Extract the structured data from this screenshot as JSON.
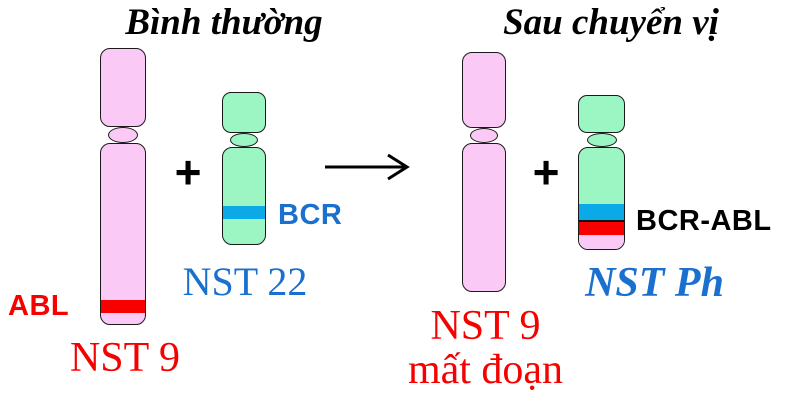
{
  "diagram": {
    "type": "chromosome-translocation-philadelphia",
    "titles": {
      "normal": "Bình thường",
      "after": "Sau chuyển vị"
    },
    "operators": {
      "plus_left": "+",
      "plus_right": "+"
    },
    "arrow": {
      "direction": "right"
    },
    "chromosomes": {
      "chr9_normal": {
        "name": "NST 9",
        "gene_label": "ABL"
      },
      "chr22_normal": {
        "name": "NST 22",
        "gene_label": "BCR"
      },
      "chr9_deleted": {
        "name_line1": "NST 9",
        "name_line2": "mất đoạn"
      },
      "chr_ph": {
        "name": "NST Ph",
        "gene_label": "BCR-ABL"
      }
    }
  },
  "colors": {
    "chr9-fill": "#fbc9f6",
    "chr22-fill": "#9cf6c3",
    "bcr-band": "#0ca9e8",
    "abl-band": "#f70000",
    "red-text": "#f70000",
    "blue-text": "#1a70ce",
    "outline": "#1a1a1a",
    "title-text": "#000000"
  }
}
